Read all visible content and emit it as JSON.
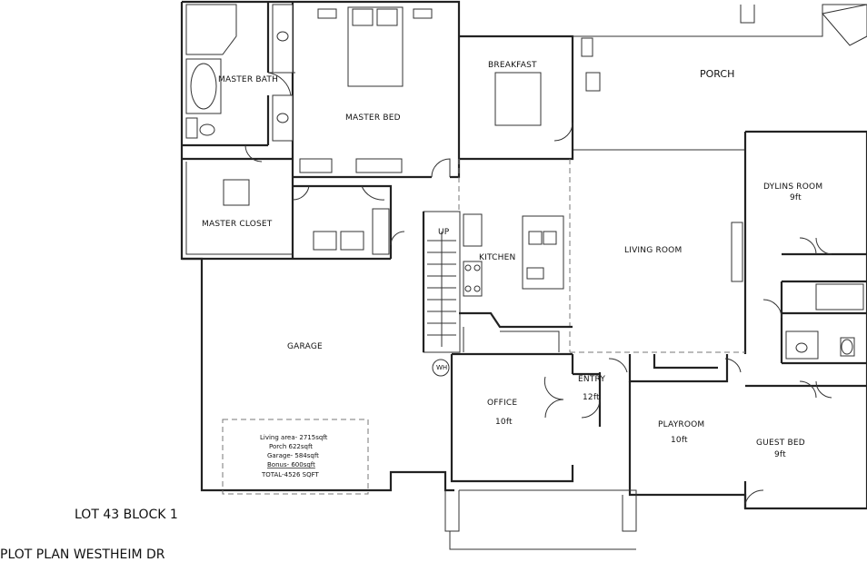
{
  "rooms": {
    "master_bath": "MASTER BATH",
    "master_bed": "MASTER BED",
    "breakfast": "BREAKFAST",
    "porch": "PORCH",
    "master_closet": "MASTER CLOSET",
    "up": "UP",
    "kitchen": "KITCHEN",
    "living_room": "LIVING ROOM",
    "dylins_room": "DYLINS ROOM",
    "dylins_ceiling": "9ft",
    "garage": "GARAGE",
    "office": "OFFICE",
    "office_ceiling": "10ft",
    "entry": "ENTRY",
    "entry_ceiling": "12ft",
    "playroom": "PLAYROOM",
    "playroom_ceiling": "10ft",
    "guest_bed": "GUEST BED",
    "guest_ceiling": "9ft",
    "wh": "WH"
  },
  "area_notes": {
    "living": "Living area- 2715sqft",
    "porch": "Porch 622sqft",
    "garage": "Garage- 584sqft",
    "bonus": "Bonus- 600sqft",
    "total": "TOTAL-4526 SQFT"
  },
  "titles": {
    "lot": "LOT 43 BLOCK 1",
    "plot": "PLOT PLAN WESTHEIM DR"
  }
}
